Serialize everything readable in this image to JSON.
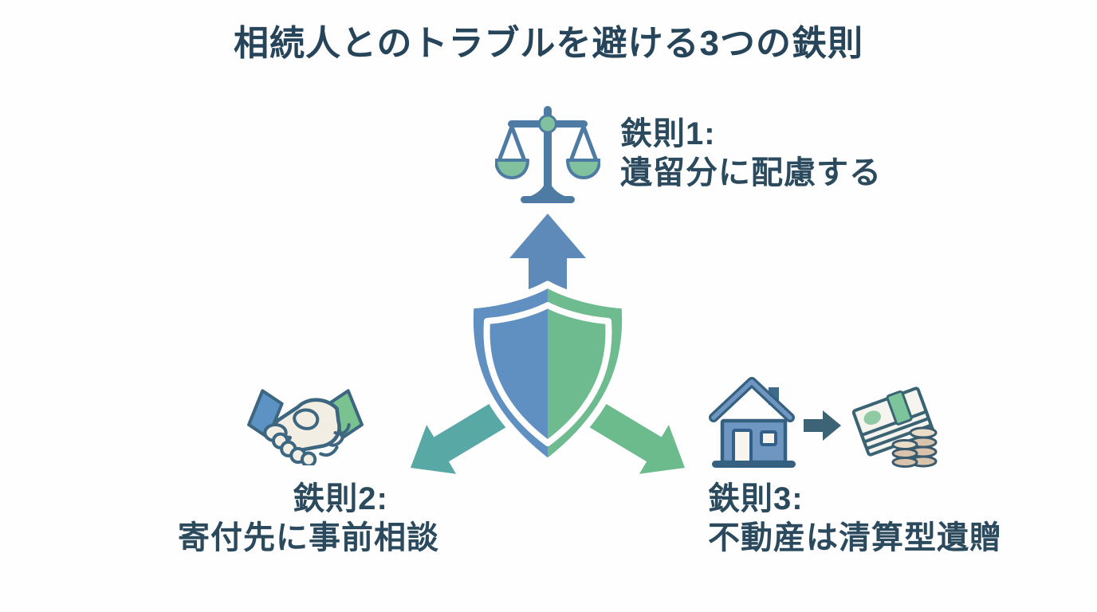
{
  "title": "相続人とのトラブルを避ける3つの鉄則",
  "rules": [
    {
      "label": "鉄則1:",
      "desc": "遺留分に配慮する",
      "icon": "scales-of-justice"
    },
    {
      "label": "鉄則2:",
      "desc": "寄付先に事前相談",
      "icon": "handshake"
    },
    {
      "label": "鉄則3:",
      "desc": "不動産は清算型遺贈",
      "icon": "house-to-money"
    }
  ],
  "center": {
    "icon": "shield-with-three-arrows"
  },
  "palette": {
    "text": "#2b4a5e",
    "shield_blue": "#6090c1",
    "shield_green": "#6fbb90",
    "arrow_up_blue": "#5e8ab9",
    "arrow_left_teal": "#58a8a6",
    "arrow_right_green": "#6cbb8d",
    "scales_frame": "#4d7ba3",
    "scales_pan_green": "#82c19e",
    "outline_dark": "#3d6781",
    "hand_cream": "#f3eee3",
    "coin_tan": "#d9c3ac",
    "background": "#fefefe"
  }
}
